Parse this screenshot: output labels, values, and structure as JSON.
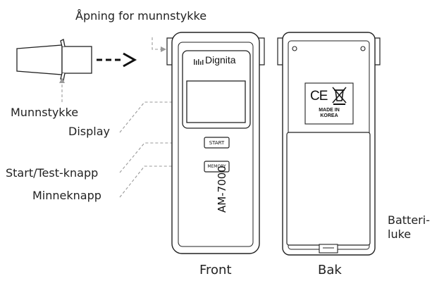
{
  "labels": {
    "opening": "Åpning for munnstykke",
    "mouthpiece": "Munnstykke",
    "display": "Display",
    "start_test": "Start/Test-knapp",
    "memory_button": "Minneknapp",
    "battery_line1": "Batteri-",
    "battery_line2": "luke",
    "front": "Front",
    "back": "Bak"
  },
  "device": {
    "brand": "Dignita",
    "model": "AM-7000",
    "start_button": "START",
    "memory_button": "MEMORY",
    "made_in_line1": "MADE IN",
    "made_in_line2": "KOREA",
    "ce_mark": "CE"
  },
  "colors": {
    "outline": "#222222",
    "leader": "#9a9a9a"
  }
}
